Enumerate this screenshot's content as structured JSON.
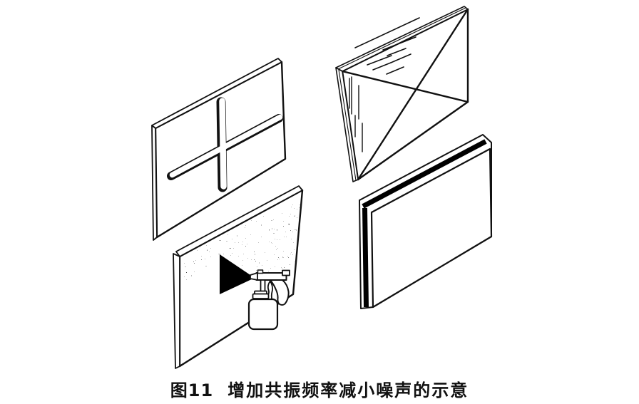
{
  "figure": {
    "caption": {
      "label": "图11",
      "title": "增加共振频率减小噪声的示意"
    },
    "panels": [
      {
        "name": "cross-ribbed-panel"
      },
      {
        "name": "diagonal-braced-panel"
      },
      {
        "name": "spray-coated-damping-panel"
      },
      {
        "name": "laminated-damping-panel"
      }
    ],
    "colors": {
      "ink": "#111111",
      "background": "#ffffff",
      "spray": "#000000"
    }
  }
}
